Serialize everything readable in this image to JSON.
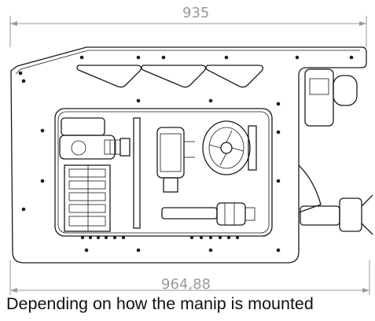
{
  "dimensions": {
    "top_width": "935",
    "bottom_width": "964,88"
  },
  "caption": "Depending on how the manip is mounted"
}
